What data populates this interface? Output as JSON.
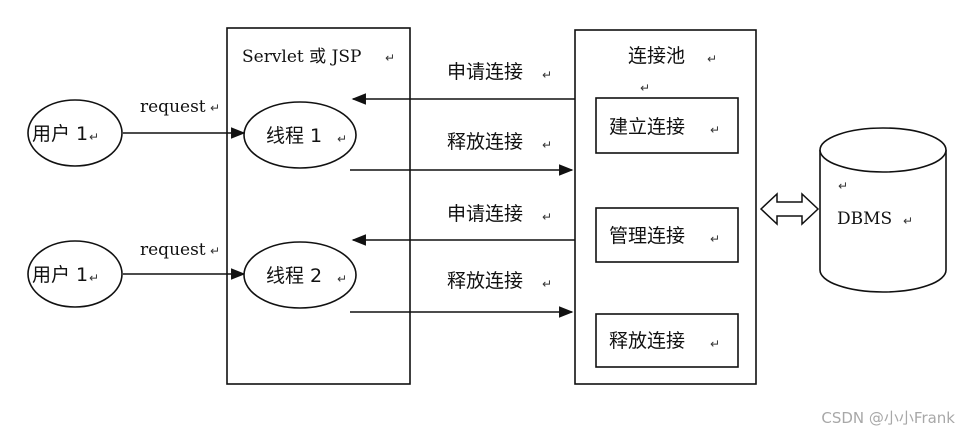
{
  "diagram": {
    "servlet_box_title": "Servlet 或 JSP",
    "pool_box_title": "连接池",
    "pool_items": [
      "建立连接",
      "管理连接",
      "释放连接"
    ],
    "db_label": "DBMS",
    "users": [
      {
        "label": "用户 1",
        "request_label": "request",
        "thread_label": "线程 1"
      },
      {
        "label": "用户 1",
        "request_label": "request",
        "thread_label": "线程 2"
      }
    ],
    "flows": [
      {
        "request_label": "申请连接",
        "release_label": "释放连接"
      },
      {
        "request_label": "申请连接",
        "release_label": "释放连接"
      }
    ],
    "paragraph_mark": "↵"
  },
  "watermark": "CSDN @小小Frank",
  "colors": {
    "line": "#111111",
    "background": "#ffffff",
    "watermark": "#a8a8a8"
  }
}
